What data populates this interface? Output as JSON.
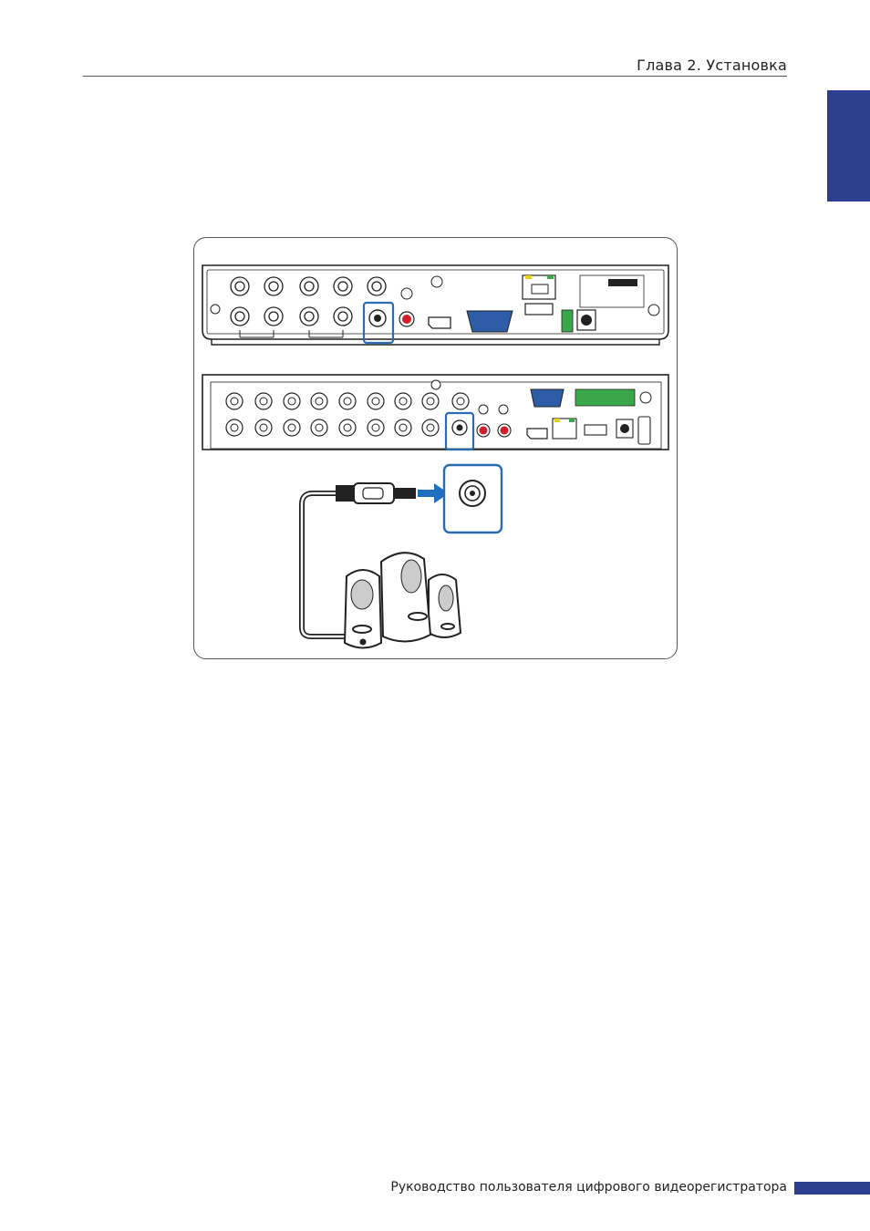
{
  "header": {
    "chapter_title": "Глава 2. Установка"
  },
  "footer": {
    "manual_title": "Руководство пользователя цифрового видеорегистратора"
  },
  "colors": {
    "accent": "#2c3f8e",
    "highlight": "#2a6bb5",
    "arrow": "#1f6ec0"
  },
  "figure": {
    "description_icons": [
      "dvr-rear-panel-8ch",
      "dvr-rear-panel-16ch",
      "rca-cable",
      "audio-out-jack",
      "speakers"
    ]
  }
}
